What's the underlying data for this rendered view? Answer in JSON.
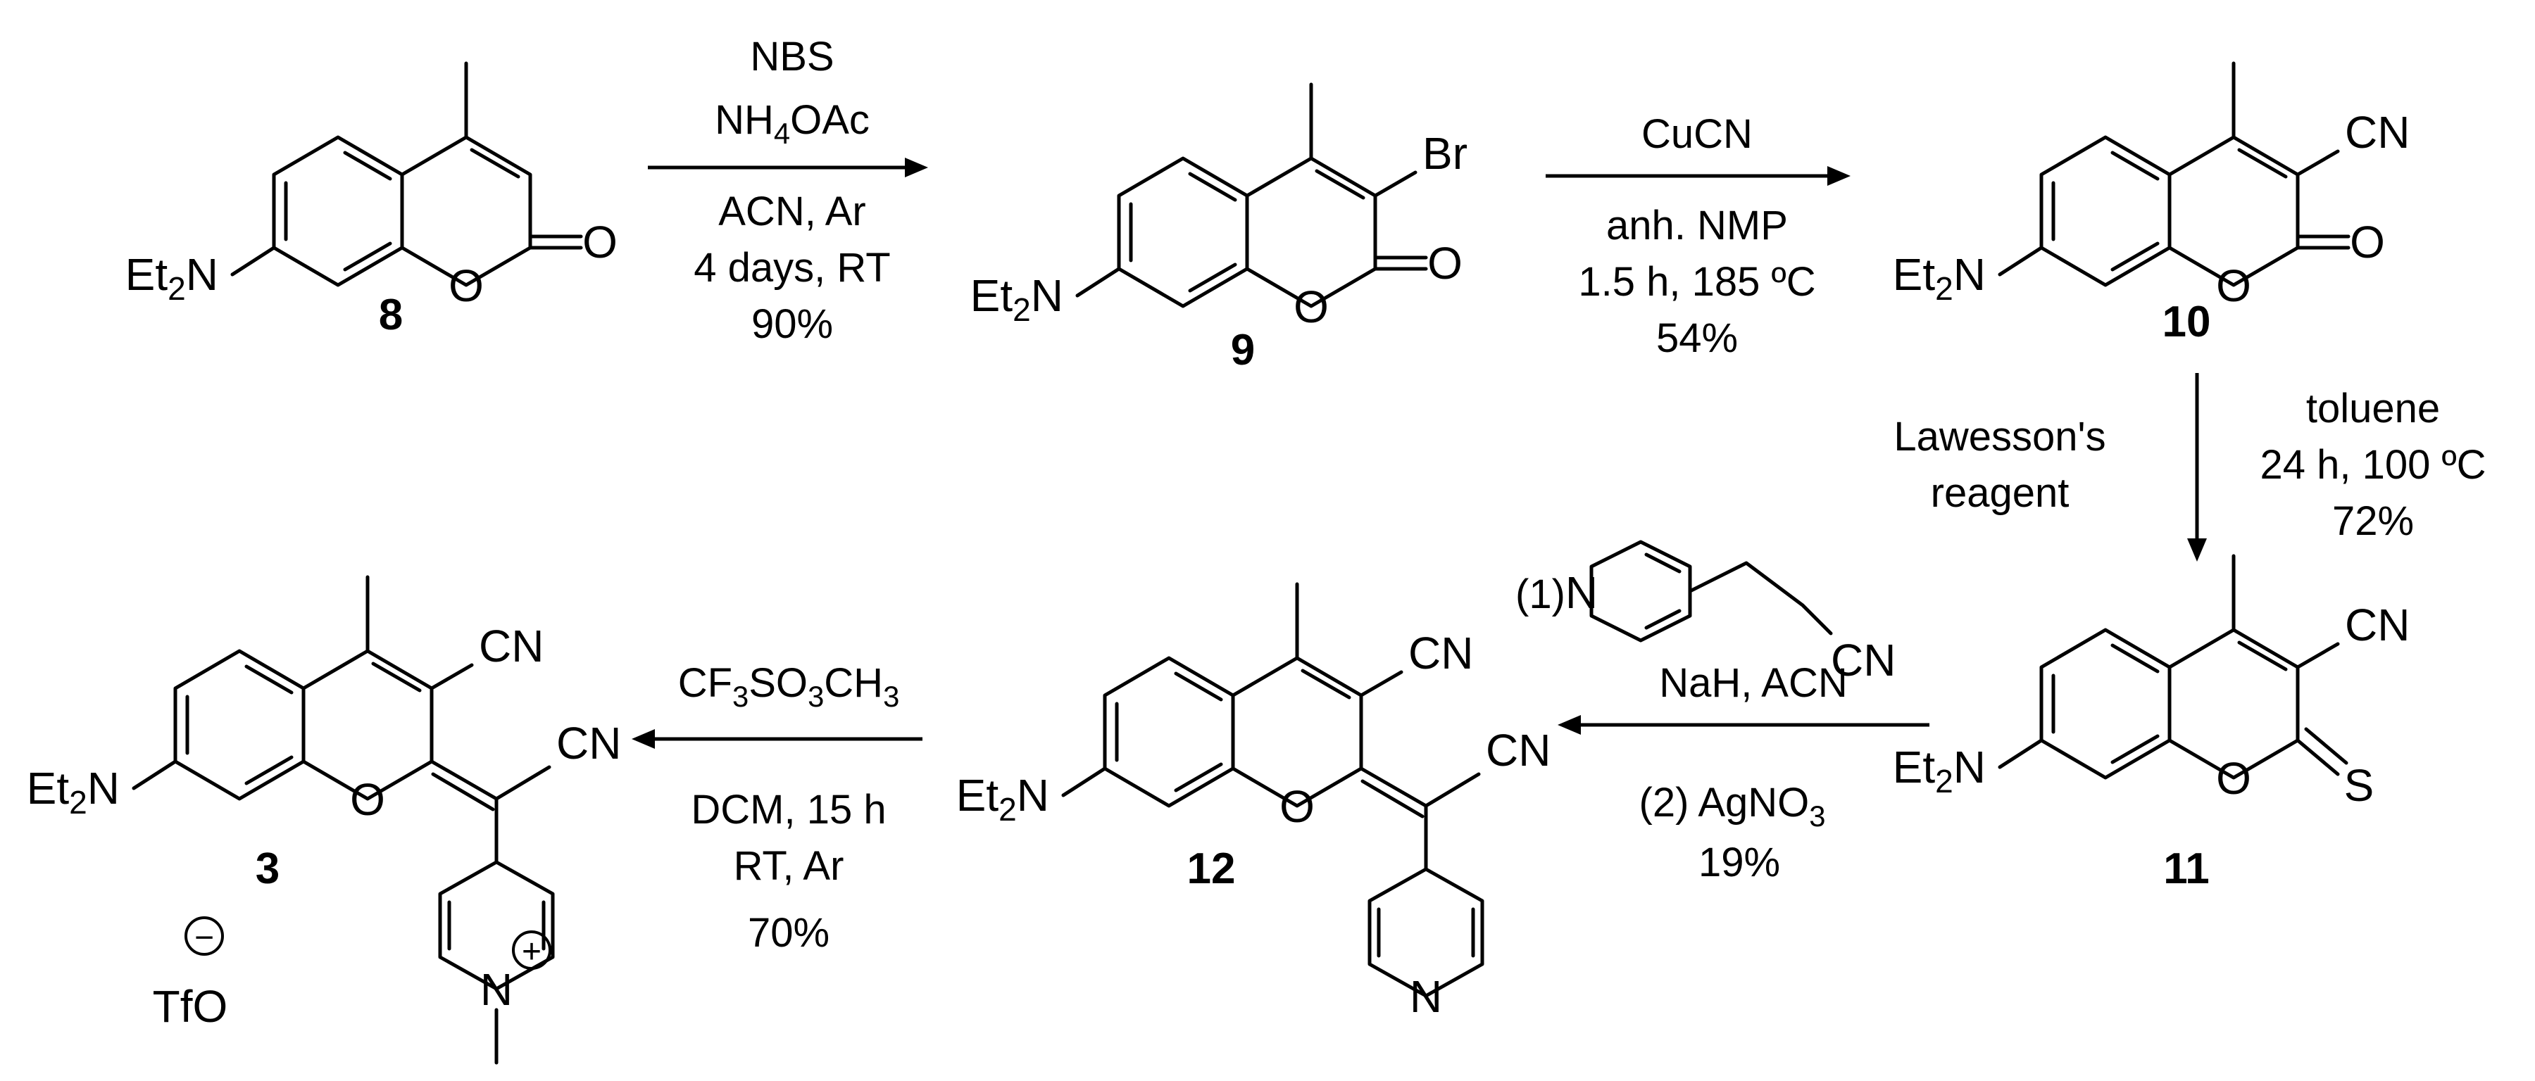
{
  "compounds": [
    {
      "number": "8",
      "amine": "Et2N"
    },
    {
      "number": "9",
      "amine": "Et2N",
      "substituent": "Br"
    },
    {
      "number": "10",
      "amine": "Et2N",
      "substituent": "CN"
    },
    {
      "number": "11",
      "amine": "Et2N",
      "substituent": "CN",
      "exo": "S"
    },
    {
      "number": "12",
      "amine": "Et2N",
      "substituent": "CN",
      "exo_cn": "CN",
      "ring_n": "N"
    },
    {
      "number": "3",
      "amine": "Et2N",
      "substituent": "CN",
      "exo_cn": "CN",
      "ring_n": "N",
      "counterion": "TfO",
      "charge_plus": "+",
      "charge_minus": "−"
    }
  ],
  "atoms": {
    "O": "O",
    "N": "N",
    "S": "S"
  },
  "steps": [
    {
      "above": [
        "NBS",
        "NH4OAc"
      ],
      "below": [
        "ACN, Ar",
        "4 days, RT",
        "90%"
      ]
    },
    {
      "above": [
        "CuCN"
      ],
      "below": [
        "anh. NMP",
        "1.5 h, 185 ºC",
        "54%"
      ]
    },
    {
      "left": [
        "Lawesson's",
        "reagent"
      ],
      "right": [
        "toluene",
        "24 h, 100 ºC",
        "72%"
      ]
    },
    {
      "above_prefix": "(1)",
      "above_cn": "CN",
      "middle": "NaH, ACN",
      "below": [
        "(2) AgNO3",
        "19%"
      ]
    },
    {
      "above": [
        "CF3SO3CH3"
      ],
      "below": [
        "DCM, 15 h",
        "RT,  Ar",
        "70%"
      ]
    }
  ]
}
